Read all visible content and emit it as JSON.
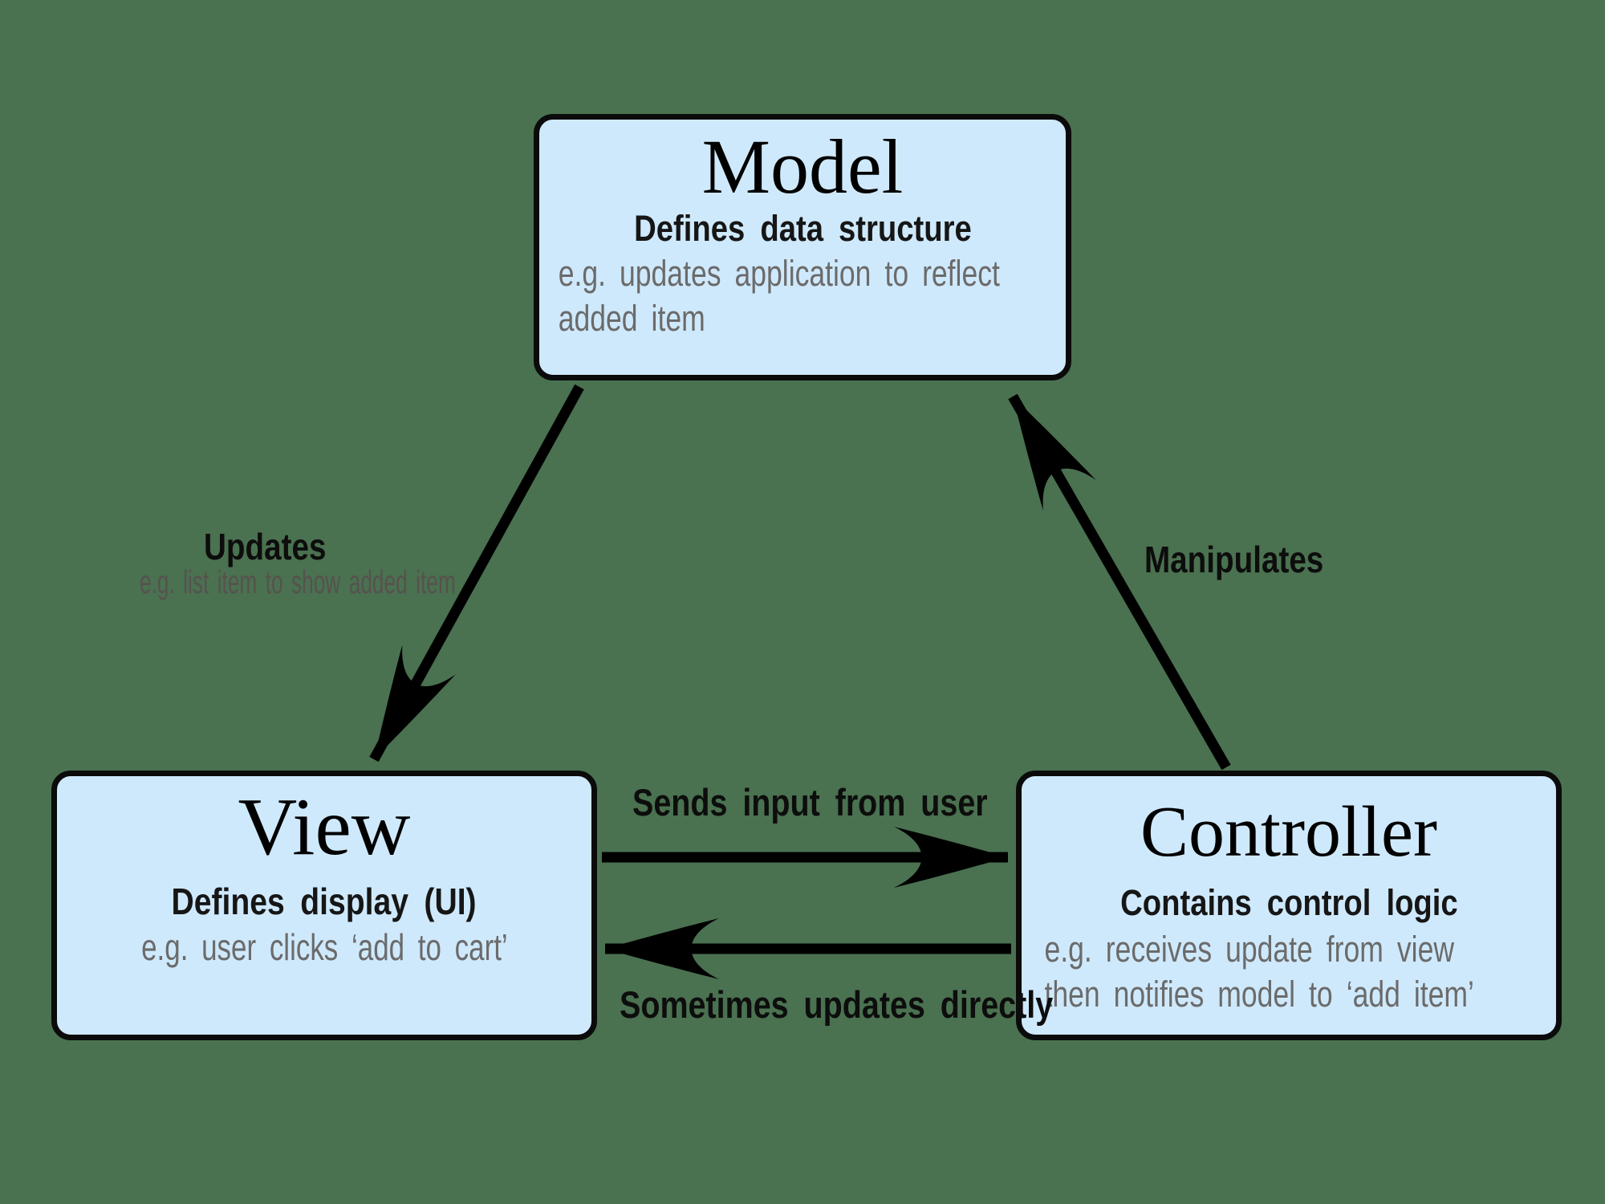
{
  "colors": {
    "background": "#4a7150",
    "box_fill": "#cfe9fc",
    "border": "#0b0b0b",
    "title_text": "#000000",
    "body_text": "#161616",
    "muted_text": "#6b6b6b"
  },
  "nodes": {
    "model": {
      "title": "Model",
      "subtitle": "Defines data structure",
      "example_lines": [
        "e.g. updates application to reflect",
        "added item"
      ]
    },
    "view": {
      "title": "View",
      "subtitle": "Defines display (UI)",
      "example_lines": [
        "e.g. user clicks ‘add to cart’"
      ]
    },
    "controller": {
      "title": "Controller",
      "subtitle": "Contains control logic",
      "example_lines": [
        "e.g. receives update from view",
        "then notifies model to ‘add item’"
      ]
    }
  },
  "edges": {
    "model_to_view": {
      "label": "Updates",
      "sublabel": "e.g. list item to show added item"
    },
    "view_to_controller": {
      "label": "Sends input from user"
    },
    "controller_to_view": {
      "label": "Sometimes updates directly"
    },
    "controller_to_model": {
      "label": "Manipulates"
    }
  }
}
